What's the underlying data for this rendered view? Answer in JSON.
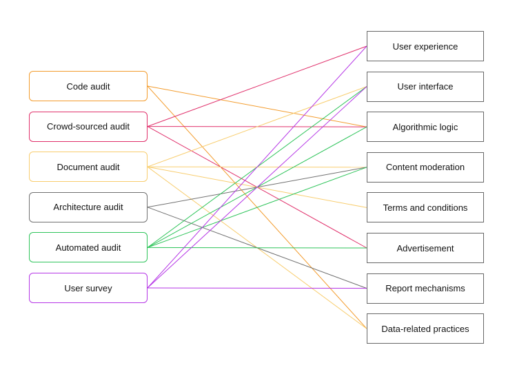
{
  "methods": [
    {
      "id": "code",
      "label": "Code audit",
      "color": "#F39B2B"
    },
    {
      "id": "crowd",
      "label": "Crowd-sourced audit",
      "color": "#E0306B"
    },
    {
      "id": "document",
      "label": "Document audit",
      "color": "#F8CD6E"
    },
    {
      "id": "architecture",
      "label": "Architecture audit",
      "color": "#707070"
    },
    {
      "id": "automated",
      "label": "Automated audit",
      "color": "#2EC45A"
    },
    {
      "id": "survey",
      "label": "User survey",
      "color": "#B535E6"
    }
  ],
  "targets": [
    {
      "id": "ux",
      "label": "User experience"
    },
    {
      "id": "ui",
      "label": "User interface"
    },
    {
      "id": "algo",
      "label": "Algorithmic logic"
    },
    {
      "id": "content",
      "label": "Content moderation"
    },
    {
      "id": "terms",
      "label": "Terms and conditions"
    },
    {
      "id": "ads",
      "label": "Advertisement"
    },
    {
      "id": "report",
      "label": "Report mechanisms"
    },
    {
      "id": "data",
      "label": "Data-related practices"
    }
  ],
  "connections": [
    {
      "from": "code",
      "to": "algo"
    },
    {
      "from": "code",
      "to": "data"
    },
    {
      "from": "crowd",
      "to": "ux"
    },
    {
      "from": "crowd",
      "to": "algo"
    },
    {
      "from": "crowd",
      "to": "ads"
    },
    {
      "from": "document",
      "to": "ui"
    },
    {
      "from": "document",
      "to": "content"
    },
    {
      "from": "document",
      "to": "terms"
    },
    {
      "from": "document",
      "to": "data"
    },
    {
      "from": "architecture",
      "to": "content"
    },
    {
      "from": "architecture",
      "to": "report"
    },
    {
      "from": "automated",
      "to": "ui"
    },
    {
      "from": "automated",
      "to": "algo"
    },
    {
      "from": "automated",
      "to": "content"
    },
    {
      "from": "automated",
      "to": "ads"
    },
    {
      "from": "survey",
      "to": "ux"
    },
    {
      "from": "survey",
      "to": "ui"
    },
    {
      "from": "survey",
      "to": "report"
    }
  ]
}
